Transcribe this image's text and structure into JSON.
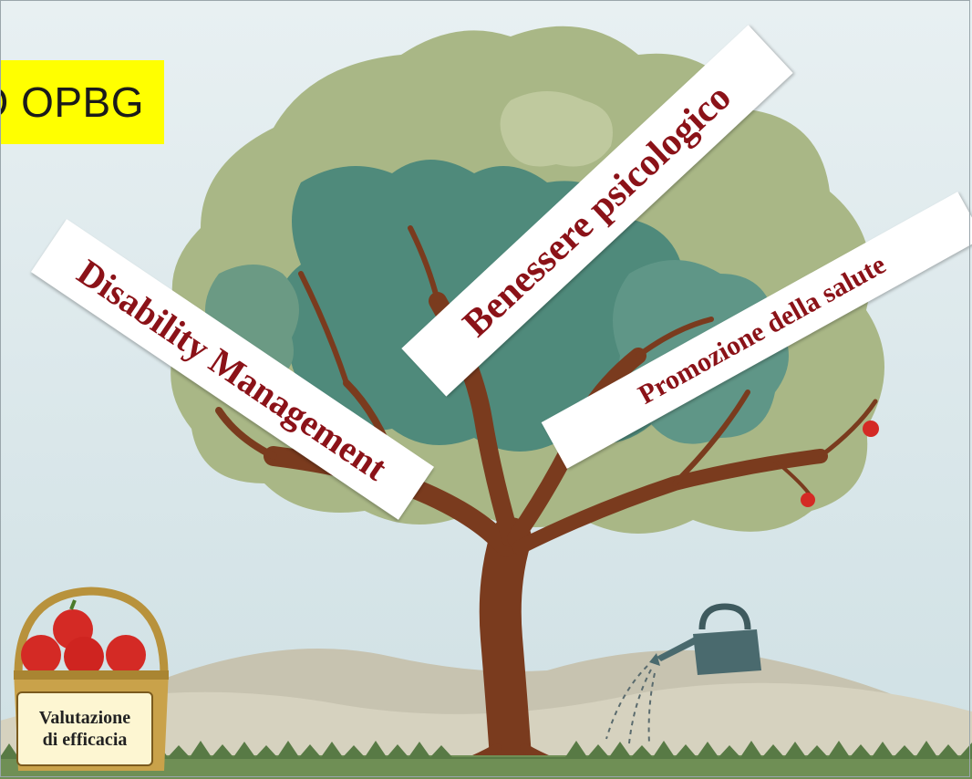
{
  "header": {
    "label": "O OPBG"
  },
  "signs": {
    "disability": "Disability Management",
    "wellbeing": "Benessere psicologico",
    "promotion": "Promozione della salute"
  },
  "basket": {
    "line1": "Valutazione",
    "line2": "di efficacia"
  },
  "colors": {
    "sky": "#dce9ec",
    "foliage_light": "#a9b786",
    "foliage_dark": "#4f8a7b",
    "trunk": "#7a3b1e",
    "sign_text": "#8b1218",
    "highlight": "#ffff00",
    "apple": "#d42a25"
  },
  "icons": [
    "tree-illustration",
    "watering-can-icon",
    "apple-basket-icon",
    "hills-illustration"
  ]
}
